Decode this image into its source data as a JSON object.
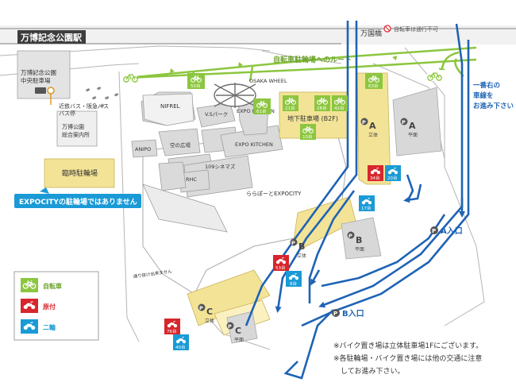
{
  "station": "万博記念公園駅",
  "bridge": "万国橋",
  "bridge_note": "自転車は通行不可",
  "route_label": "自転車駐輪場へのルート",
  "right_lane_note": "一番右の車線を お進み下さい",
  "right_lane_lines": [
    "一番右の",
    "車線を",
    "お進み下さい"
  ],
  "expocity_warning": "EXPOCITYの駐輪場ではありません",
  "temp_parking": "臨時駐輪場",
  "central_parking_lines": [
    "万博記念公園",
    "中央駐車場"
  ],
  "bus_stop_lines": [
    "近鉄バス・阪急バス",
    "バス停"
  ],
  "general_info_lines": [
    "万博公園",
    "総合案内所"
  ],
  "buildings": {
    "nifrel": "NIFREL",
    "vs_park": "V.Sパーク",
    "osaka_wheel": "OSAKA WHEEL",
    "expo_kitchen_1": "EXPO KITCHEN",
    "expo_kitchen_2": "EXPO KITCHEN",
    "anipo": "ANIPO",
    "plaza": "空の広場",
    "cinema": "109シネマズ",
    "rhc": "RHC",
    "lalaport": "ららぽーとEXPOCITY",
    "walkway": "通り抜け出来ません"
  },
  "underground_parking": "地下駐車場 (B2F)",
  "parking_letters": {
    "A": "A",
    "B": "B",
    "C": "C"
  },
  "parking_types": {
    "tachi": "立体",
    "hira": "平面"
  },
  "entrances": {
    "A": "A入口",
    "B": "B入口"
  },
  "capacity": {
    "wheel_top": "50台",
    "wheel_mid": "61台",
    "under_1": "21台",
    "under_2": "28台",
    "under_3": "42台",
    "under_4": "10台",
    "a_top": "63台",
    "a_moped": "34台",
    "a_moto": "20台",
    "b_moto": "17台",
    "b_moped": "53台",
    "b_moto2": "8台",
    "c_moped": "76台",
    "c_moto": "40台"
  },
  "legend": {
    "bicycle": "自転車",
    "moped": "原付",
    "motorcycle": "二輪"
  },
  "notes": [
    "※バイク置き場は立体駐車場1Fにございます。",
    "※各駐輪場・バイク置き場には他の交通に注意",
    "　してお進み下さい。"
  ],
  "colors": {
    "green": "#8cc63f",
    "blue": "#1e63b5",
    "red": "#d7262c",
    "lightblue": "#1a9ad6",
    "yellow": "#f3e396",
    "gray": "#d6d6d6"
  }
}
